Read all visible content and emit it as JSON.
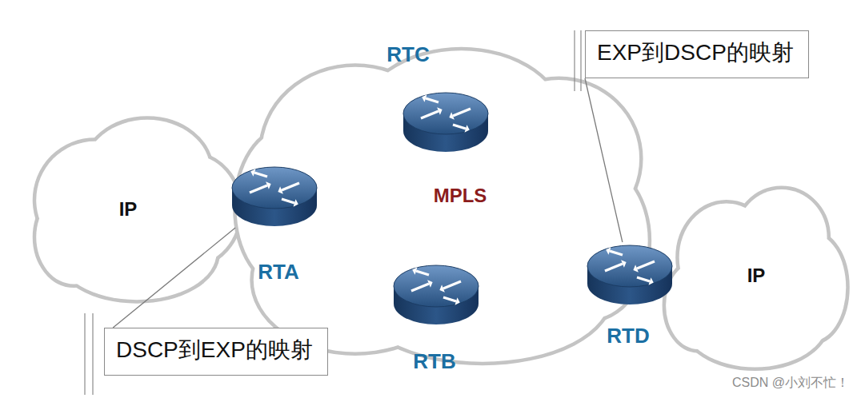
{
  "diagram": {
    "nodes": [
      {
        "text": [
          "IP"
        ]
      },
      {
        "text": [
          "MPLS"
        ]
      },
      {
        "text": [
          "RTC"
        ],
        "in": 1
      },
      {
        "text": [
          "RTB"
        ],
        "in": 1
      },
      {
        "text": [
          "RTA"
        ]
      },
      {
        "text": [
          "RTD"
        ]
      },
      {
        "text": [
          "IP"
        ]
      },
      {
        "text": [
          "EXP到DSCP的映射"
        ]
      },
      {
        "text": [
          "DSCP到EXP的映射"
        ]
      }
    ],
    "edges": [
      {
        "from": 7,
        "to": 5,
        "arrow": "none"
      },
      {
        "from": 8,
        "to": 4,
        "arrow": "none"
      }
    ],
    "labels": [
      "CSDN @小刘不忙！"
    ]
  }
}
